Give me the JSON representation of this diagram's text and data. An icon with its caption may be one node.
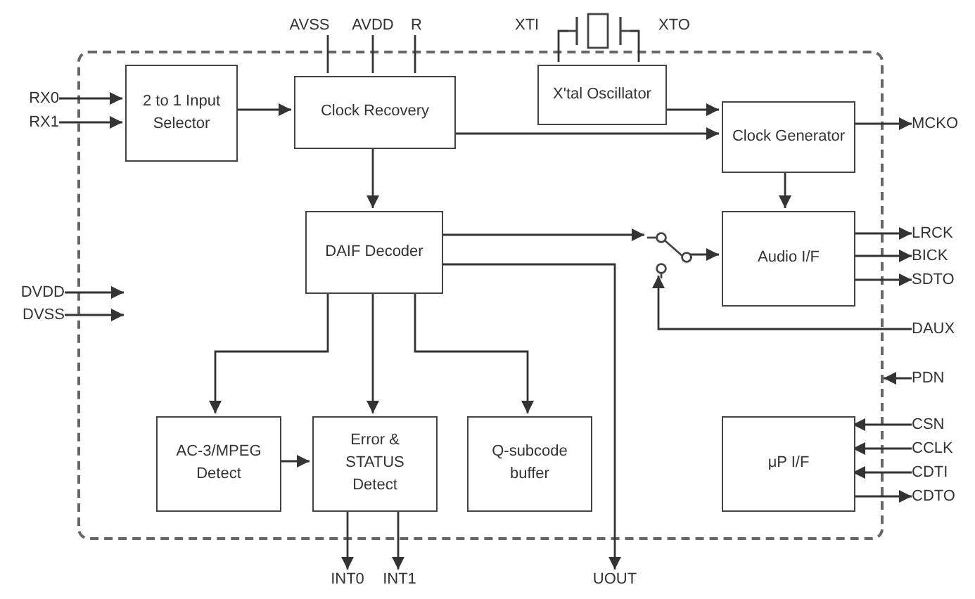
{
  "diagram": {
    "nodes": [
      {
        "text": [],
        "shape": "box"
      },
      {
        "text": [
          "2 to 1 Input Selector"
        ],
        "in": 0
      },
      {
        "text": [
          "Clock Recovery"
        ],
        "in": 0
      },
      {
        "text": [
          "X'tal Oscillator"
        ],
        "in": 0
      },
      {
        "text": [
          "Clock Generator"
        ],
        "in": 0
      },
      {
        "text": [
          "DAIF Decoder"
        ],
        "in": 0
      },
      {
        "text": [
          "Audio I/F"
        ],
        "in": 0
      },
      {
        "text": [
          "AC-3/MPEG Detect"
        ],
        "in": 0
      },
      {
        "text": [
          "Error & STATUS Detect"
        ],
        "in": 0
      },
      {
        "text": [
          "Q-subcode buffer"
        ],
        "in": 0
      },
      {
        "text": [
          "μP I/F"
        ],
        "in": 0
      },
      {
        "text": [],
        "shape": "switch",
        "in": 0
      },
      {
        "text": [],
        "shape": "crystal"
      },
      {
        "text": [
          "RX0"
        ]
      },
      {
        "text": [
          "RX1"
        ]
      },
      {
        "text": [
          "AVSS"
        ]
      },
      {
        "text": [
          "AVDD"
        ]
      },
      {
        "text": [
          "R"
        ]
      },
      {
        "text": [
          "DVDD"
        ]
      },
      {
        "text": [
          "DVSS"
        ]
      },
      {
        "text": [
          "MCKO"
        ]
      },
      {
        "text": [
          "LRCK"
        ]
      },
      {
        "text": [
          "BICK"
        ]
      },
      {
        "text": [
          "SDTO"
        ]
      },
      {
        "text": [
          "DAUX"
        ]
      },
      {
        "text": [
          "PDN"
        ]
      },
      {
        "text": [
          "CSN"
        ]
      },
      {
        "text": [
          "CCLK"
        ]
      },
      {
        "text": [
          "CDTI"
        ]
      },
      {
        "text": [
          "CDTO"
        ]
      },
      {
        "text": [
          "INT0"
        ]
      },
      {
        "text": [
          "INT1"
        ]
      },
      {
        "text": [
          "UOUT"
        ]
      }
    ],
    "edges": [
      {
        "from": 13,
        "to": 1,
        "arrow": "to"
      },
      {
        "from": 14,
        "to": 1,
        "arrow": "to"
      },
      {
        "from": 1,
        "to": 2,
        "arrow": "to"
      },
      {
        "from": 15,
        "to": 2,
        "arrow": "none"
      },
      {
        "from": 16,
        "to": 2,
        "arrow": "none"
      },
      {
        "from": 17,
        "to": 2,
        "arrow": "none"
      },
      {
        "from": 3,
        "to": 12,
        "arrow": "none"
      },
      {
        "from": 3,
        "to": 12,
        "arrow": "none"
      },
      {
        "from": 3,
        "to": 4,
        "arrow": "to"
      },
      {
        "from": 2,
        "to": 4,
        "arrow": "to"
      },
      {
        "from": 2,
        "to": 5,
        "arrow": "to"
      },
      {
        "from": 4,
        "to": 20,
        "arrow": "to"
      },
      {
        "from": 4,
        "to": 6,
        "arrow": "to"
      },
      {
        "from": 5,
        "to": 11,
        "arrow": "to"
      },
      {
        "from": 11,
        "to": 6,
        "arrow": "to"
      },
      {
        "from": 24,
        "to": 11,
        "arrow": "to"
      },
      {
        "from": 5,
        "to": 7,
        "arrow": "to"
      },
      {
        "from": 5,
        "to": 8,
        "arrow": "to"
      },
      {
        "from": 5,
        "to": 9,
        "arrow": "to"
      },
      {
        "from": 5,
        "to": 32,
        "arrow": "to"
      },
      {
        "from": 7,
        "to": 8,
        "arrow": "to"
      },
      {
        "from": 8,
        "to": 30,
        "arrow": "to"
      },
      {
        "from": 8,
        "to": 31,
        "arrow": "to"
      },
      {
        "from": 6,
        "to": 21,
        "arrow": "to"
      },
      {
        "from": 6,
        "to": 22,
        "arrow": "to"
      },
      {
        "from": 6,
        "to": 23,
        "arrow": "to"
      },
      {
        "from": 18,
        "to": null,
        "arrow": "to"
      },
      {
        "from": 19,
        "to": null,
        "arrow": "to"
      },
      {
        "from": 25,
        "to": 0,
        "arrow": "to"
      },
      {
        "from": 26,
        "to": 10,
        "arrow": "to"
      },
      {
        "from": 27,
        "to": 10,
        "arrow": "to"
      },
      {
        "from": 28,
        "to": 10,
        "arrow": "to"
      },
      {
        "from": 10,
        "to": 29,
        "arrow": "to"
      }
    ],
    "labels": [
      "XTI",
      "XTO"
    ]
  }
}
